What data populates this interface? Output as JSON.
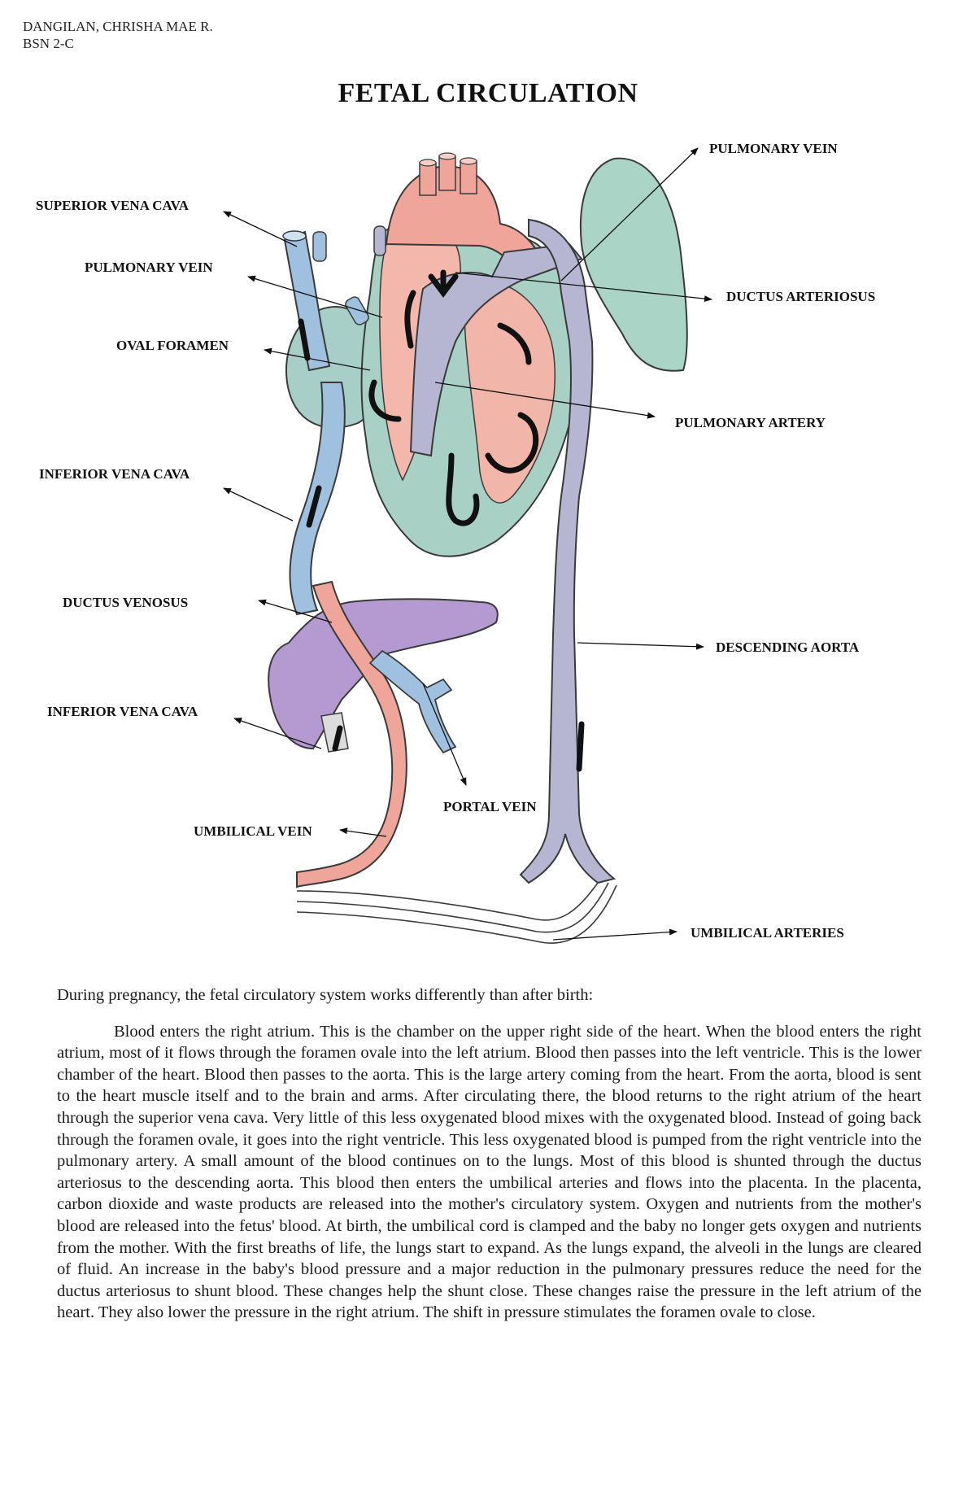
{
  "header": {
    "name": "DANGILAN, CHRISHA MAE R.",
    "section": "BSN 2-C"
  },
  "title": "FETAL CIRCULATION",
  "labels": {
    "superior_vena_cava": "SUPERIOR VENA CAVA",
    "pulmonary_vein_left": "PULMONARY VEIN",
    "oval_foramen": "OVAL FORAMEN",
    "inferior_vena_cava_upper": "INFERIOR VENA CAVA",
    "ductus_venosus": "DUCTUS VENOSUS",
    "inferior_vena_cava_lower": "INFERIOR VENA CAVA",
    "umbilical_vein": "UMBILICAL VEIN",
    "portal_vein": "PORTAL VEIN",
    "pulmonary_vein_right": "PULMONARY VEIN",
    "ductus_arteriosus": "DUCTUS ARTERIOSUS",
    "pulmonary_artery": "PULMONARY ARTERY",
    "descending_aorta": "DESCENDING AORTA",
    "umbilical_arteries": "UMBILICAL ARTERIES"
  },
  "colors": {
    "oxygenated": "#f0a59a",
    "deoxygenated": "#9fc0de",
    "mixed": "#b6b5d2",
    "lung": "#a9d4c6",
    "liver": "#b49ad0",
    "outline": "#3a3a3a"
  },
  "text": {
    "intro": "During pregnancy, the fetal circulatory system works differently than after birth:",
    "body": "Blood enters the right atrium. This is the chamber on the upper right side of the heart. When the blood enters the right atrium, most of it flows through the foramen ovale into the left atrium. Blood then passes into the left ventricle. This is the lower chamber of the heart. Blood then passes to the aorta. This is the large artery coming from the heart. From the aorta, blood is sent to the heart muscle itself and to the brain and arms. After circulating there, the blood returns to the right atrium of the heart through the superior vena cava. Very little of this less oxygenated blood mixes with the oxygenated blood. Instead of going back through the foramen ovale, it goes into the right ventricle. This less oxygenated blood is pumped from the right ventricle into the pulmonary artery. A small amount of the blood continues on to the lungs. Most of this blood is shunted through the ductus arteriosus to the descending aorta. This blood then enters the umbilical arteries and flows into the placenta. In the placenta, carbon dioxide and waste products are released into the mother's circulatory system. Oxygen and nutrients from the mother's blood are released into the fetus' blood. At birth, the umbilical cord is clamped and the baby no longer gets oxygen and nutrients from the mother. With the first breaths of life, the lungs start to expand. As the lungs expand, the alveoli in the lungs are cleared of fluid. An increase in the baby's blood pressure and a major reduction in the pulmonary pressures reduce the need for the ductus arteriosus to shunt blood. These changes help the shunt close. These changes raise the pressure in the left atrium of the heart. They also lower the pressure in the right atrium. The shift in pressure stimulates the foramen ovale to close."
  }
}
